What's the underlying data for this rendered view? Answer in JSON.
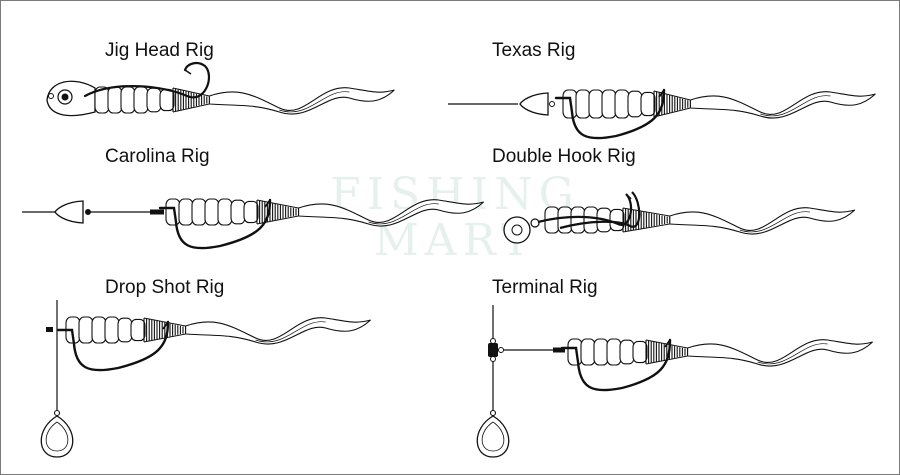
{
  "titles": {
    "jig_head": "Jig Head Rig",
    "texas": "Texas Rig",
    "carolina": "Carolina Rig",
    "double_hook": "Double Hook Rig",
    "drop_shot": "Drop Shot Rig",
    "terminal": "Terminal Rig"
  },
  "watermark": {
    "line1": "FISHING",
    "line2": "MART",
    "color": "#cfe3dc"
  },
  "colors": {
    "line": "#111111",
    "hook": "#111111",
    "lure_fill": "#ffffff",
    "frame": "#7a7a7a"
  }
}
